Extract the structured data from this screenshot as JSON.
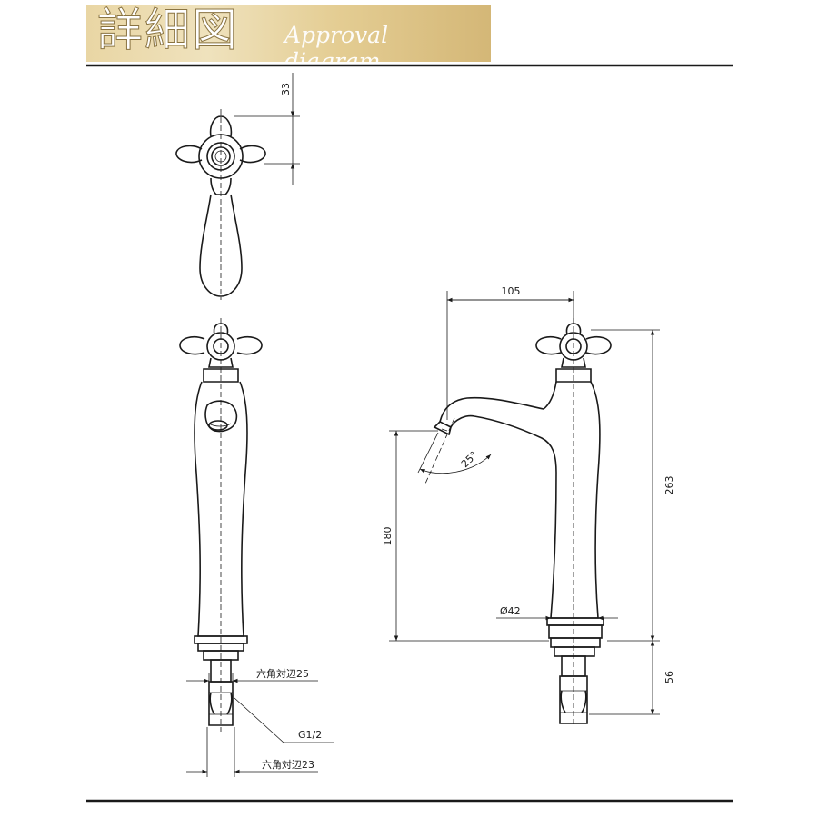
{
  "header": {
    "title": "詳細図",
    "subtitle": "Approval diagram"
  },
  "dimensions": {
    "handle_offset": "33",
    "reach": "105",
    "total_height": "263",
    "spout_height": "180",
    "shank_length": "56",
    "angle": "25°",
    "body_diameter": "Ø42"
  },
  "callouts": {
    "hex_upper": "六角対辺25",
    "thread": "G1/2",
    "hex_lower": "六角対辺23"
  }
}
